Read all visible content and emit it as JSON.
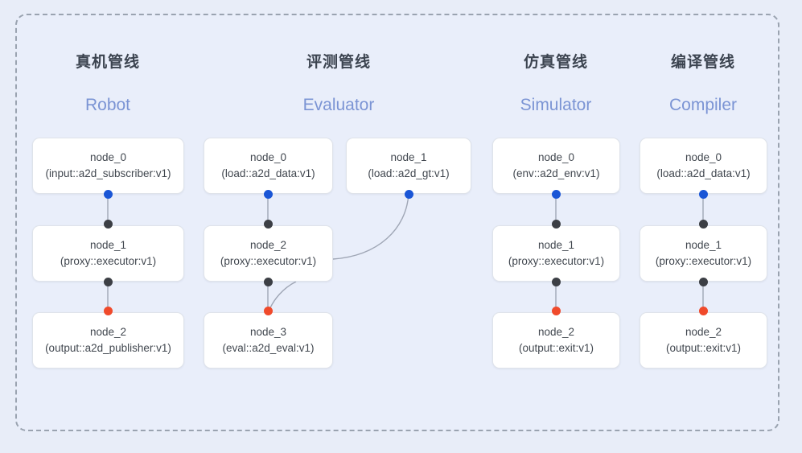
{
  "diagram": {
    "title_visible": false,
    "background_color": "#e8edf8",
    "container_border_color": "#9aa3b0",
    "port_colors": {
      "input": "#1a56d6",
      "intermediate": "#3c3f45",
      "output": "#f04a2b"
    },
    "columns": [
      {
        "key": "robot",
        "title_cn": "真机管线",
        "title_en": "Robot",
        "nodes": [
          {
            "id": "node_0",
            "kind": "(input::a2d_subscriber:v1)"
          },
          {
            "id": "node_1",
            "kind": "(proxy::executor:v1)"
          },
          {
            "id": "node_2",
            "kind": "(output::a2d_publisher:v1)"
          }
        ]
      },
      {
        "key": "evaluator",
        "title_cn": "评测管线",
        "title_en": "Evaluator",
        "nodes": [
          {
            "id": "node_0",
            "kind": "(load::a2d_data:v1)"
          },
          {
            "id": "node_1",
            "kind": "(load::a2d_gt:v1)"
          },
          {
            "id": "node_2",
            "kind": "(proxy::executor:v1)"
          },
          {
            "id": "node_3",
            "kind": "(eval::a2d_eval:v1)"
          }
        ]
      },
      {
        "key": "simulator",
        "title_cn": "仿真管线",
        "title_en": "Simulator",
        "nodes": [
          {
            "id": "node_0",
            "kind": "(env::a2d_env:v1)"
          },
          {
            "id": "node_1",
            "kind": "(proxy::executor:v1)"
          },
          {
            "id": "node_2",
            "kind": "(output::exit:v1)"
          }
        ]
      },
      {
        "key": "compiler",
        "title_cn": "编译管线",
        "title_en": "Compiler",
        "nodes": [
          {
            "id": "node_0",
            "kind": "(load::a2d_data:v1)"
          },
          {
            "id": "node_1",
            "kind": "(proxy::executor:v1)"
          },
          {
            "id": "node_2",
            "kind": "(output::exit:v1)"
          }
        ]
      }
    ]
  }
}
